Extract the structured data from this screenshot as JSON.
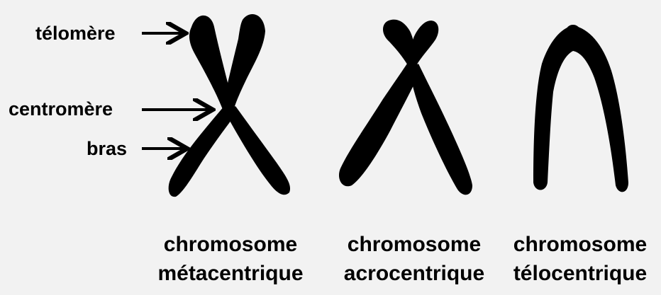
{
  "labels": {
    "telomere": "télomère",
    "centromere": "centromère",
    "arm": "bras"
  },
  "chromosomes": [
    {
      "line1": "chromosome",
      "line2": "métacentrique"
    },
    {
      "line1": "chromosome",
      "line2": "acrocentrique"
    },
    {
      "line1": "chromosome",
      "line2": "télocentrique"
    }
  ],
  "colors": {
    "background": "#f2f2f2",
    "ink": "#000000"
  }
}
